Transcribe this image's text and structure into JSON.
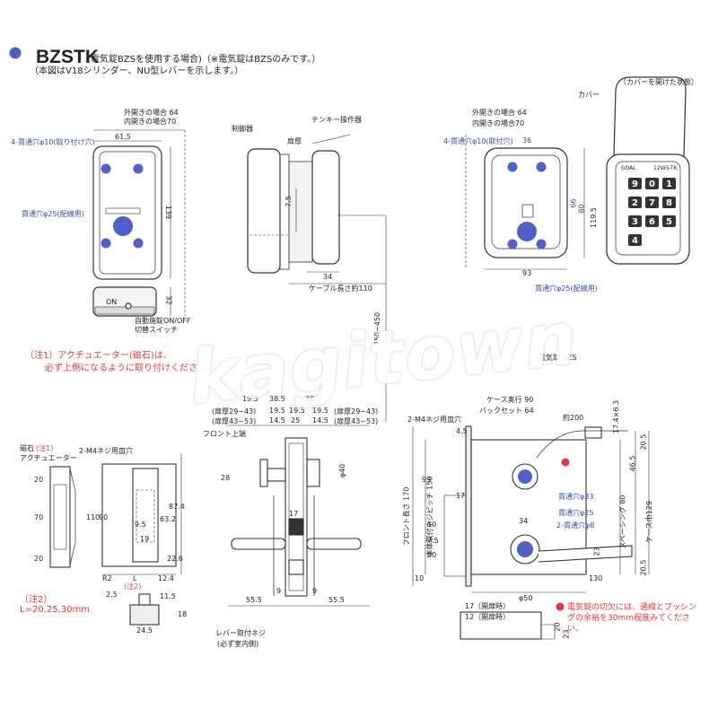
{
  "header": {
    "model": "BZSTK",
    "model_note": "(電気錠BZSを使用する場合)（※電気錠はBZSのみです。）",
    "figure_note": "（本図はV18シリンダー、NU型レバーを示します。）"
  },
  "front_view": {
    "out_open": "外開きの場合 64",
    "in_open": "内開きの場合70",
    "width": "61.5",
    "height": "139",
    "depth": "32",
    "holes_4": "4-貫通穴φ10(取り付け穴)",
    "wire_hole": "貫通穴φ25(配線用)",
    "on_label": "ON",
    "switch_label_1": "自動施錠ON/OFF",
    "switch_label_2": "切替スイッチ"
  },
  "side_view": {
    "controller": "制御器",
    "door_thickness": "扉厚",
    "keypad_unit": "テンキー操作器",
    "dim_75": "7.5",
    "dim_34": "34",
    "cable": "ケーブル長さ約110",
    "range": "250~450"
  },
  "keypad_view": {
    "out_open": "外開きの場合 64",
    "in_open": "内開きの場合70",
    "holes_4": "4-貫通穴φ10(取付穴)",
    "dim_36": "36",
    "dim_66": "66",
    "dim_80": "80",
    "dim_1195": "119.5",
    "dim_93": "93",
    "wire_hole": "貫通穴φ25(配線用)",
    "cover_open": "（カバーを開けた状態）",
    "cover": "カバー",
    "brand": "GOAL",
    "model_code": "12WS-TK",
    "keys": [
      "0",
      "1",
      "2",
      "3",
      "4",
      "5",
      "6",
      "7",
      "8",
      "9"
    ]
  },
  "notes": {
    "note1_line1": "（注1）アクチュエーター(磁石)は、",
    "note1_line2": "必ず上側になるように取り付けください。",
    "note2": "（注2）",
    "note2_values": "L=20,25,30mm",
    "bottom_right": "電気錠の切欠には、通線とブッシングの余裕を30mm程度みてください。"
  },
  "watermark": "kagitown",
  "magnet_view": {
    "magnet": "磁石",
    "note1_ref": "(注1)",
    "actuator": "アクチュエーター",
    "screw_holes": "2-M4ネジ用皿穴",
    "d_20a": "20",
    "d_70": "70",
    "d_20b": "20",
    "d_110": "110",
    "d_90": "90",
    "d_95": "9.5",
    "d_19": "19",
    "d_632": "63.2",
    "d_874": "87.4",
    "d_226": "22.6",
    "r2": "R2",
    "l": "L",
    "d_124": "12.4",
    "d_25": "2.5",
    "d_115": "11.5",
    "d_18": "18",
    "d_245": "24.5",
    "note2_ref": "(注2)"
  },
  "lever_view": {
    "d_195a": "19.5",
    "d_385a": "38.5",
    "d_385b": "38.5",
    "d_195b": "19.5",
    "d_145a": "14.5",
    "d_25": "25",
    "d_145b": "14.5",
    "d_195c": "19.5",
    "d_195d": "19.5",
    "door_2943_l": "(扉厚29~43)",
    "door_4353_l": "(扉厚43~53)",
    "door_2943_r": "(扉厚29~43)",
    "door_4353_r": "(扉厚43~53)",
    "front_top": "フロント上端",
    "d_28": "28",
    "d_40": "φ40",
    "d_17": "17",
    "d_555a": "55.5",
    "d_555b": "55.5",
    "d_9a": "9",
    "d_9b": "9",
    "screw": "レバー取付ネジ",
    "screw_note": "(必ず室内側)"
  },
  "lock_view": {
    "title": "電気錠 BZS",
    "case_depth": "ケース奥行 90",
    "backset": "バックセット 64",
    "approx_200": "約200",
    "screw_holes": "2-M4ネジ用皿穴",
    "d_45": "4.5",
    "d_174": "17.4×6.3",
    "d_205a": "20.5",
    "d_465": "46.5",
    "hole_33": "貫通穴φ33",
    "hole_25": "貫通穴φ25",
    "hole_8": "2-貫通穴φ8",
    "spacing": "スペーシング 80",
    "case_h": "ケース巾129",
    "front_len": "フロント長さ 170",
    "body_pitch": "本体取付ネジピッチ 150",
    "d_93": "93",
    "d_17": "17",
    "d_10a": "10",
    "d_75": "7.5",
    "d_20": "20",
    "d_23": "23",
    "d_34": "34",
    "d_130": "130",
    "d_50": "φ50",
    "d_10b": "10",
    "d_205b": "20.5",
    "open_out": "17（開扉時）",
    "open_in": "12（開扉時）",
    "d_20c": "20",
    "d_23b": "23"
  },
  "colors": {
    "blue_dim": "#2e4fa3",
    "red_note": "#e4373c",
    "hole_fill": "#5060c8",
    "title_dot": "#4a62c6"
  }
}
